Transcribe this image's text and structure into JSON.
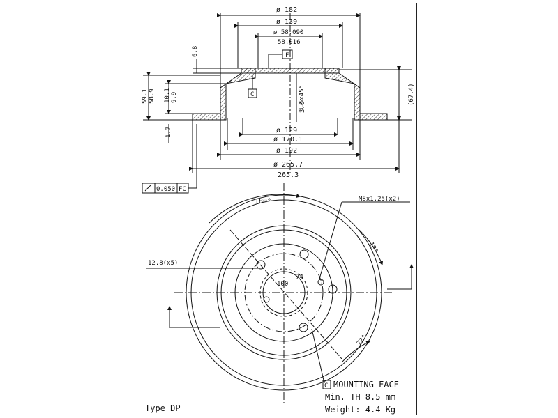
{
  "dims": {
    "d182": "ø 182",
    "d139": "ø 139",
    "d58": "ø 58.090",
    "d58b": "58.016",
    "h68": "6.8",
    "f": "F",
    "c": "C",
    "h591": "59.1",
    "h589": "58.9",
    "h101": "10.1",
    "h99": "9.9",
    "r674": "(67.4)",
    "ch": "3.5x45°",
    "h30": "3.0",
    "h17": "1.7",
    "d129": "ø 129",
    "d1701": "ø 170.1",
    "d192": "ø 192",
    "d2657": "ø 265.7",
    "d2653": "265.3",
    "tol": "0.050",
    "fc": "FC"
  },
  "front": {
    "a180": "180°",
    "m8": "M8x1.25(x2)",
    "a18": "18°",
    "h128": "12.8(x5)",
    "d100": "100",
    "d74": "74",
    "a72": "72°"
  },
  "notes": {
    "mount": "MOUNTING FACE",
    "mount_tag": "C",
    "minth": "Min. TH 8.5 mm",
    "weight": "Weight: 4.4 Kg",
    "type": "Type DP"
  }
}
